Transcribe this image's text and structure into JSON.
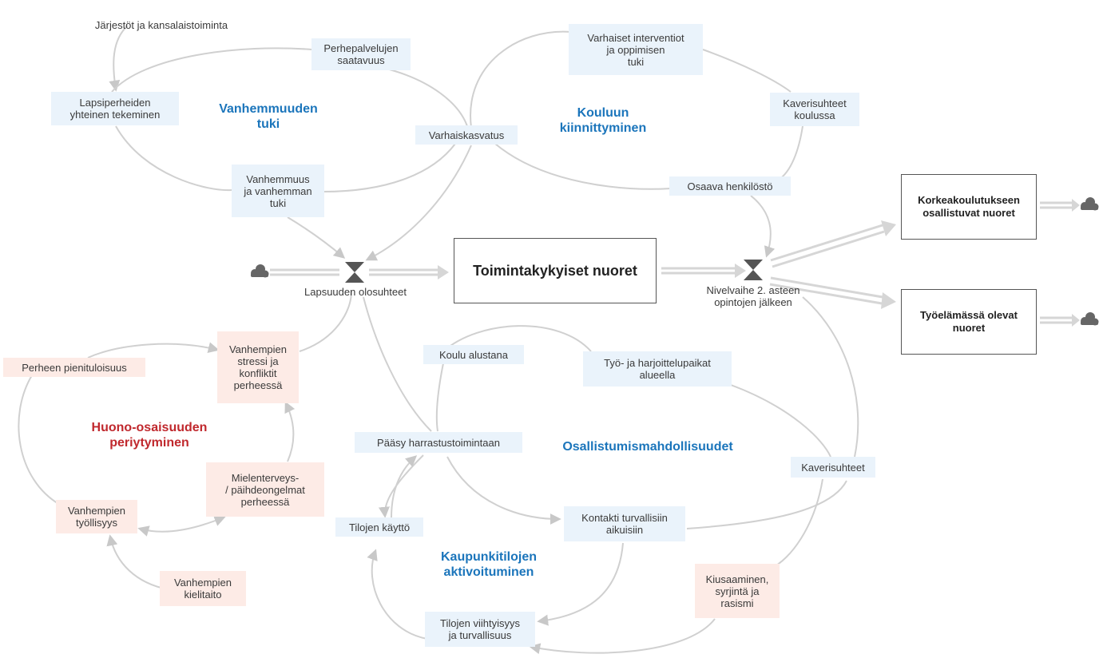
{
  "colors": {
    "loop_blue": "#1b75bb",
    "loop_red": "#c0282d",
    "node_blue_bg": "#eaf3fb",
    "node_pink_bg": "#fdebe6",
    "link": "#cccccc"
  },
  "stocks": {
    "center": "Toimintakykyiset nuoret",
    "higher_ed": "Korkeakoulutukseen\nosallistuvat nuoret",
    "working": "Työelämässä olevat\nnuoret"
  },
  "valves": {
    "childhood": "Lapsuuden olosuhteet",
    "transition": "Nivelvaihe 2. asteen\nopintojen jälkeen"
  },
  "loops": {
    "parenting": "Vanhemmuuden\ntuki",
    "school": "Kouluun\nkiinnittyminen",
    "disadvantage": "Huono-osaisuuden\nperiytyminen",
    "participation": "Osallistumismahdollisuudet",
    "city": "Kaupunkitilojen\naktivoituminen"
  },
  "nodes": {
    "organizations": "Järjestöt ja kansalaistoiminta",
    "family_services": "Perhepalvelujen\nsaatavuus",
    "family_activities": "Lapsiperheiden\nyhteinen tekeminen",
    "early_education": "Varhaiskasvatus",
    "parenthood": "Vanhemmuus\nja vanhemman\ntuki",
    "early_interventions": "Varhaiset interventiot\nja oppimisen\ntuki",
    "school_friends": "Kaverisuhteet\nkoulussa",
    "skilled_staff": "Osaava henkilöstö",
    "low_income": "Perheen pienituloisuus",
    "parental_stress": "Vanhempien\nstressi ja\nkonfliktit\nperheessä",
    "mental_health": "Mielenterveys-\n/ päihdeongelmat\nperheessä",
    "employment": "Vanhempien\ntyöllisyys",
    "language": "Vanhempien\nkielitaito",
    "school_platform": "Koulu alustana",
    "work_placements": "Työ- ja harjoittelupaikat\nalueella",
    "hobby_access": "Pääsy harrastustoimintaan",
    "space_use": "Tilojen käyttö",
    "safe_adults": "Kontakti turvallisiin\naikuisiin",
    "friendships": "Kaverisuhteet",
    "bullying": "Kiusaaminen,\nsyrjintä ja\nrasismi",
    "comfort_safety": "Tilojen viihtyisyys\nja turvallisuus"
  }
}
